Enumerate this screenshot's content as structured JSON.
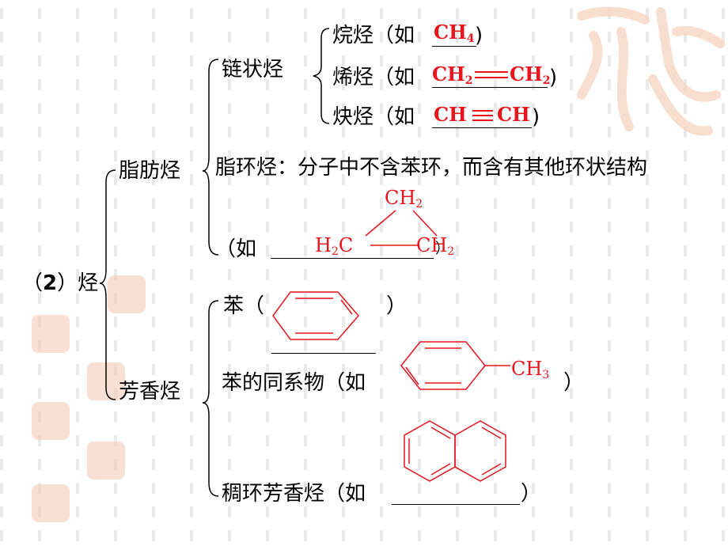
{
  "slide": {
    "heading": {
      "num": "2",
      "word": "烃"
    },
    "aliphatic": "脂肪烃",
    "chain": "链状烃",
    "alkane": {
      "label": "烷烃（如",
      "formula": "CH",
      "sub": "4",
      "close": ")"
    },
    "alkene": {
      "label": "烯烃（如",
      "left": "CH",
      "left_sub": "2",
      "bond": "═",
      "right": "CH",
      "right_sub": "2",
      "close": ")"
    },
    "alkyne": {
      "label": "炔烃（如",
      "left": "CH",
      "bond": "≡",
      "right": "CH",
      "close": ")"
    },
    "cyclo": {
      "text": "脂环烃：分子中不含苯环，而含有其他环状结构",
      "example": "（如",
      "top": "CH",
      "top_sub": "2",
      "left": "H",
      "left_sub": "2",
      "left_c": "C",
      "right": "CH",
      "right_sub": "2",
      "close": "）"
    },
    "aromatic": "芳香烃",
    "benzene": {
      "label": "苯（",
      "close": "）"
    },
    "homolog": {
      "label": "苯的同系物（如",
      "methyl": "CH",
      "methyl_sub": "3",
      "close": "）"
    },
    "fused": {
      "label": "稠环芳香烃（如",
      "close": "）"
    }
  },
  "colors": {
    "red": "#e8141e",
    "stamp": "#f3c9b0"
  }
}
